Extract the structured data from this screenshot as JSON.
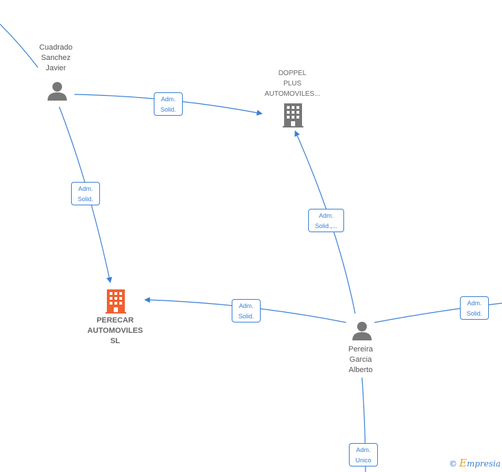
{
  "nodes": {
    "cuadrado": {
      "label": "Cuadrado\nSanchez\nJavier",
      "type": "person"
    },
    "doppel": {
      "label": "DOPPEL\nPLUS\nAUTOMOVILES...",
      "type": "company"
    },
    "perecar": {
      "label": "PERECAR\nAUTOMOVILES\nSL",
      "type": "company-main"
    },
    "pereira": {
      "label": "Pereira\nGarcia\nAlberto",
      "type": "person"
    }
  },
  "edges": {
    "cuadrado_doppel": "Adm.\nSolid.",
    "cuadrado_perecar": "Adm.\nSolid.",
    "pereira_doppel": "Adm.\nSolid.,...",
    "pereira_perecar": "Adm.\nSolid.",
    "pereira_right": "Adm.\nSolid.",
    "pereira_bottom": "Adm.\nUnico"
  },
  "watermark": {
    "copyright": "©",
    "brand_initial": "E",
    "brand_rest": "mpresia"
  },
  "colors": {
    "edge": "#3a7fd5",
    "person_icon": "#777777",
    "company_icon": "#777777",
    "main_company_icon": "#f06030"
  }
}
